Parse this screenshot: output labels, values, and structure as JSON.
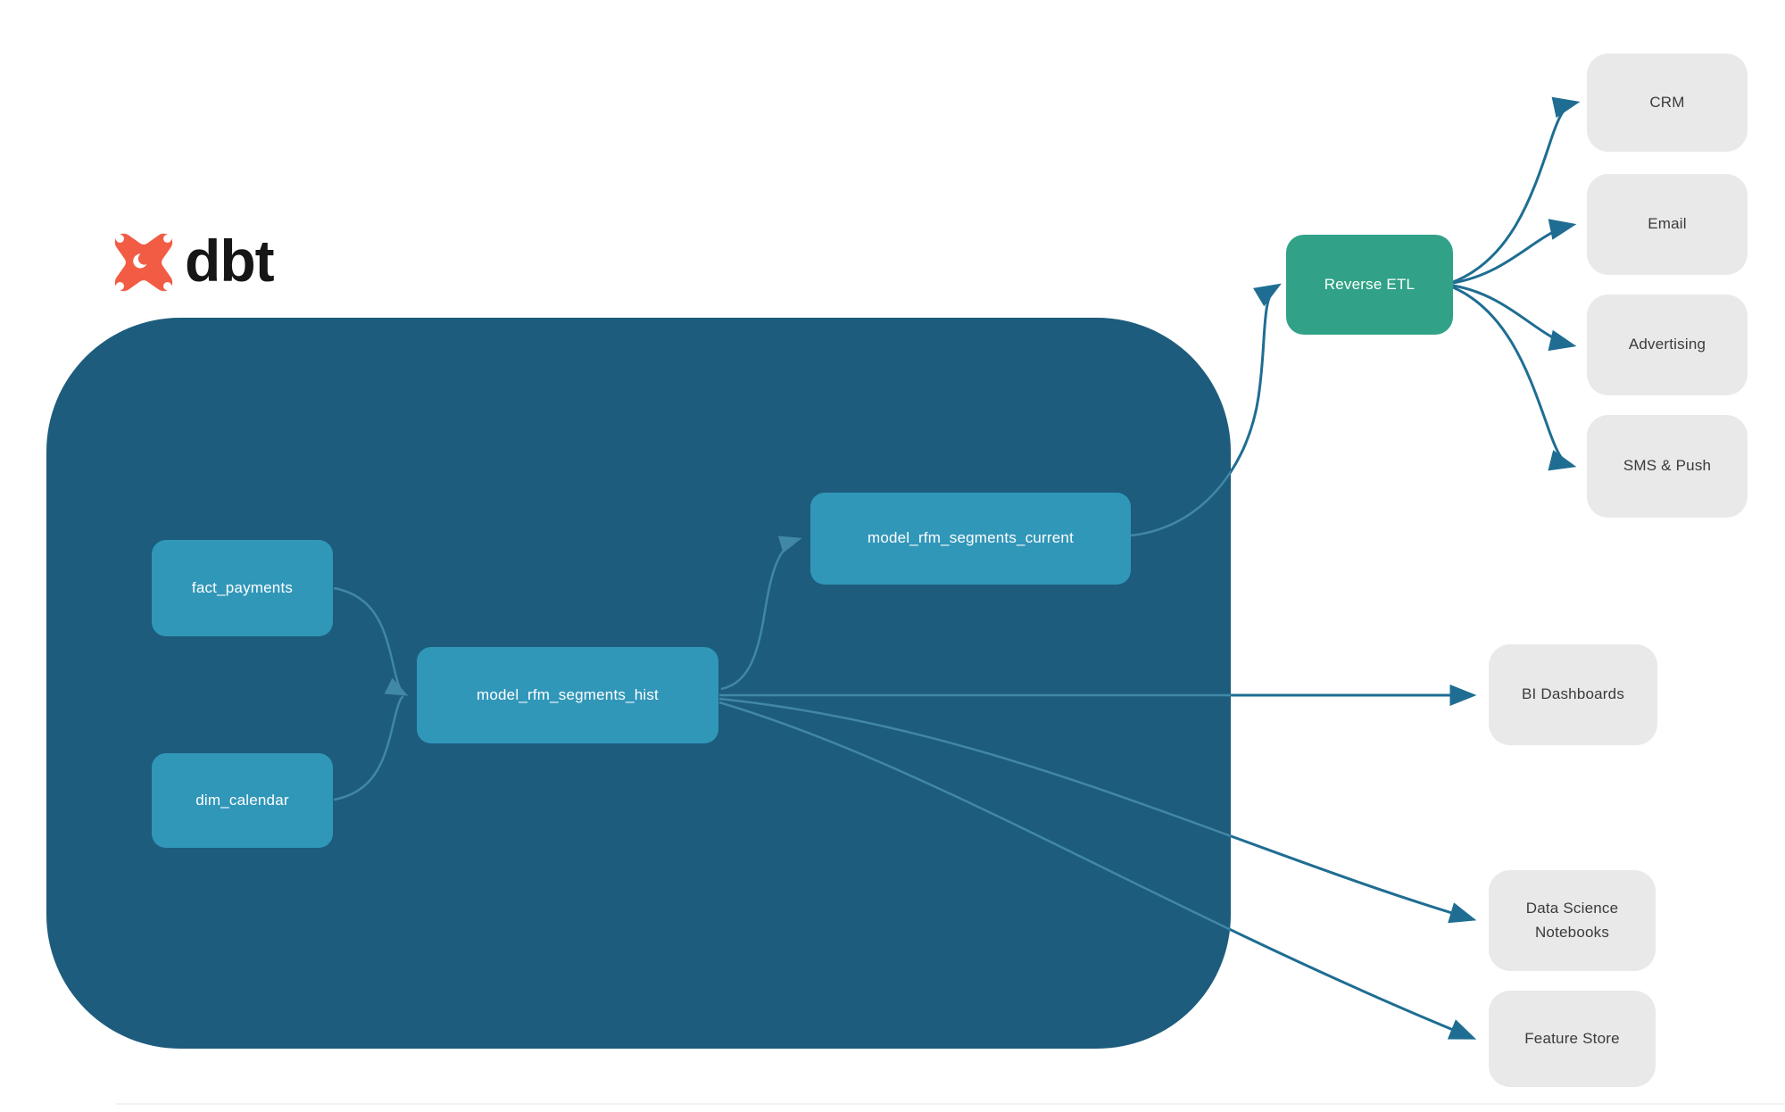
{
  "logo": {
    "text": "dbt",
    "icon": "dbt-star-icon",
    "icon_color": "#f25c44",
    "text_color": "#161616"
  },
  "colors": {
    "container_background": "#1d5c7d",
    "model_node": "#3197b9",
    "reverse_etl_node": "#31a287",
    "destination_node": "#e9e9e9",
    "destination_text": "#3b3b3b",
    "edge_outside": "#1f6d92",
    "edge_inside": "#4187a6",
    "page_background": "#ffffff"
  },
  "nodes": {
    "fact_payments": {
      "label": "fact_payments"
    },
    "dim_calendar": {
      "label": "dim_calendar"
    },
    "model_rfm_segments_hist": {
      "label": "model_rfm_segments_hist"
    },
    "model_rfm_segments_current": {
      "label": "model_rfm_segments_current"
    },
    "reverse_etl": {
      "label": "Reverse ETL"
    },
    "crm": {
      "label": "CRM"
    },
    "email": {
      "label": "Email"
    },
    "advertising": {
      "label": "Advertising"
    },
    "sms_push": {
      "label": "SMS & Push"
    },
    "bi_dashboards": {
      "label": "BI Dashboards"
    },
    "data_science_notebooks": {
      "label": "Data Science Notebooks"
    },
    "feature_store": {
      "label": "Feature Store"
    }
  },
  "edges": [
    {
      "from": "fact_payments",
      "to": "model_rfm_segments_hist"
    },
    {
      "from": "dim_calendar",
      "to": "model_rfm_segments_hist"
    },
    {
      "from": "model_rfm_segments_hist",
      "to": "model_rfm_segments_current"
    },
    {
      "from": "model_rfm_segments_hist",
      "to": "bi_dashboards"
    },
    {
      "from": "model_rfm_segments_hist",
      "to": "data_science_notebooks"
    },
    {
      "from": "model_rfm_segments_hist",
      "to": "feature_store"
    },
    {
      "from": "model_rfm_segments_current",
      "to": "reverse_etl"
    },
    {
      "from": "reverse_etl",
      "to": "crm"
    },
    {
      "from": "reverse_etl",
      "to": "email"
    },
    {
      "from": "reverse_etl",
      "to": "advertising"
    },
    {
      "from": "reverse_etl",
      "to": "sms_push"
    }
  ]
}
